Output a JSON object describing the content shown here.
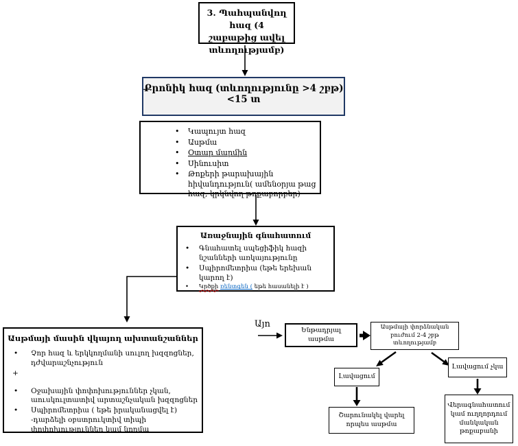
{
  "colors": {
    "chronic_border": "#1f3864",
    "chronic_fill": "#f2f2f2",
    "spellcheck_red": "#c00000",
    "hyperlink_blue": "#0563c1",
    "arrow_black": "#000000"
  },
  "boxes": {
    "persistent_cough": {
      "text": "3. Պահպանվող հազ (4 շաբաթից ավել տևողությամբ)"
    },
    "chronic_cough": {
      "text": "Քրոնիկ հազ (տևողությունը >4 շբթ) <15 տ"
    },
    "differential": {
      "items": [
        "Կապույտ հազ",
        "Ասթմա",
        "Օտար մարմին",
        "Սինուսիտ",
        "Թոքերի թարախային հիվանդություն( ամենօրյա թաց հազ, կրկնվող թոքաբորբեր)"
      ]
    },
    "primary_assessment": {
      "title": "Առաջնային գնահատում",
      "items": [
        "Գնահատել սպեցիֆիկ հազի նշանների առկայությունը",
        "Սպիրոմետրիա (եթե երեխան կարող է)"
      ],
      "xray": {
        "word_misspelled": "Կրծքի",
        "word_link": "ռենտգեն (",
        "rest": "եթե հասանելի է )"
      }
    },
    "asthma_signs": {
      "title": "Ասթմայի մասին վկայող ախտանշաններ",
      "items": [
        "Չոր հազ և երկկողմանի սուլող խզզոցներ, դժվարաշնչություն",
        "+",
        "Օջախային փոփոխություններ չկան, աուսկուլտատիվ արտաշնչական խզզոցներ",
        "Սպիրոմետրիա ( եթե իրականացվել է) -դարձելի օբստրուկտիվ տիպի փոփոխություններ կամ նորմա"
      ]
    },
    "suspected_asthma": {
      "text": "Ենթադրյալ ասթմա"
    },
    "trial_treatment": {
      "text": "Ասթմայի փորձնական բուժում 2-4 շբթ տևողությամբ"
    },
    "improvement": {
      "text": "Լավացում"
    },
    "no_improvement": {
      "text": "Լավացում չկա"
    },
    "continue_asthma": {
      "text": "Շարունակել վարել որպես ասթմա"
    },
    "reassess": {
      "text": "Վերագնահատում կամ ուղղորդում մանկական թոքաբանի"
    }
  },
  "labels": {
    "yes": "Այո"
  }
}
